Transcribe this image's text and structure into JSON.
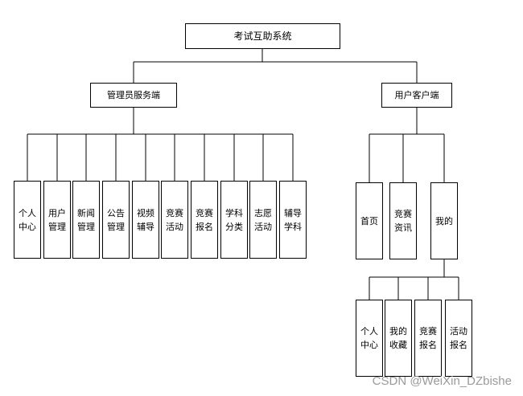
{
  "root": {
    "label": "考试互助系统"
  },
  "admin": {
    "label": "管理员服务端",
    "children": [
      {
        "line1": "个人",
        "line2": "中心"
      },
      {
        "line1": "用户",
        "line2": "管理"
      },
      {
        "line1": "新闻",
        "line2": "管理"
      },
      {
        "line1": "公告",
        "line2": "管理"
      },
      {
        "line1": "视频",
        "line2": "辅导"
      },
      {
        "line1": "竞赛",
        "line2": "活动"
      },
      {
        "line1": "竞赛",
        "line2": "报名"
      },
      {
        "line1": "学科",
        "line2": "分类"
      },
      {
        "line1": "志愿",
        "line2": "活动"
      },
      {
        "line1": "辅导",
        "line2": "学科"
      }
    ]
  },
  "client": {
    "label": "用户客户端",
    "children": [
      {
        "line1": "首页",
        "line2": ""
      },
      {
        "line1": "竞赛",
        "line2": "资讯"
      },
      {
        "line1": "我的",
        "line2": ""
      }
    ],
    "mine_children": [
      {
        "line1": "个人",
        "line2": "中心"
      },
      {
        "line1": "我的",
        "line2": "收藏"
      },
      {
        "line1": "竞赛",
        "line2": "报名"
      },
      {
        "line1": "活动",
        "line2": "报名"
      }
    ]
  },
  "watermark": "CSDN @WeiXin_DZbishe"
}
